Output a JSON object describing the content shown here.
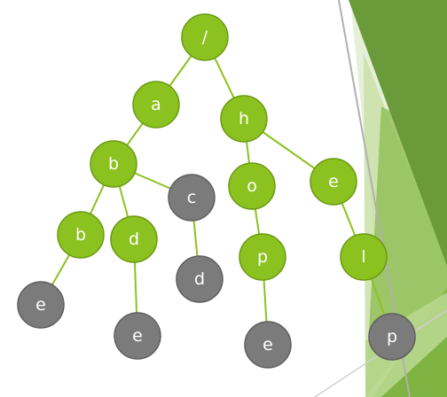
{
  "colors": {
    "node_green": "#8cc21f",
    "node_green_stroke": "#6a9a12",
    "node_gray": "#7b7b7b",
    "node_gray_stroke": "#5e5e5e",
    "edge": "#8cc21f",
    "deco_dark": "#6b9a3a",
    "deco_mid": "#8bbb4f",
    "deco_light": "#c9e0a8"
  },
  "nodes": [
    {
      "id": "root",
      "label": "/",
      "kind": "green"
    },
    {
      "id": "a",
      "label": "a",
      "kind": "green"
    },
    {
      "id": "h",
      "label": "h",
      "kind": "green"
    },
    {
      "id": "ab",
      "label": "b",
      "kind": "green"
    },
    {
      "id": "ho",
      "label": "o",
      "kind": "green"
    },
    {
      "id": "he",
      "label": "e",
      "kind": "green"
    },
    {
      "id": "abb",
      "label": "b",
      "kind": "green"
    },
    {
      "id": "abd",
      "label": "d",
      "kind": "green"
    },
    {
      "id": "abc",
      "label": "c",
      "kind": "gray"
    },
    {
      "id": "hop",
      "label": "p",
      "kind": "green"
    },
    {
      "id": "hel",
      "label": "l",
      "kind": "green"
    },
    {
      "id": "abbe",
      "label": "e",
      "kind": "gray"
    },
    {
      "id": "abde",
      "label": "e",
      "kind": "gray"
    },
    {
      "id": "abcd",
      "label": "d",
      "kind": "gray"
    },
    {
      "id": "hope",
      "label": "e",
      "kind": "gray"
    },
    {
      "id": "help",
      "label": "p",
      "kind": "gray"
    }
  ],
  "edges": [
    [
      "root",
      "a"
    ],
    [
      "root",
      "h"
    ],
    [
      "a",
      "ab"
    ],
    [
      "h",
      "ho"
    ],
    [
      "h",
      "he"
    ],
    [
      "ab",
      "abb"
    ],
    [
      "ab",
      "abd"
    ],
    [
      "ab",
      "abc"
    ],
    [
      "ho",
      "hop"
    ],
    [
      "he",
      "hel"
    ],
    [
      "abb",
      "abbe"
    ],
    [
      "abd",
      "abde"
    ],
    [
      "abc",
      "abcd"
    ],
    [
      "hop",
      "hope"
    ],
    [
      "hel",
      "help"
    ]
  ]
}
